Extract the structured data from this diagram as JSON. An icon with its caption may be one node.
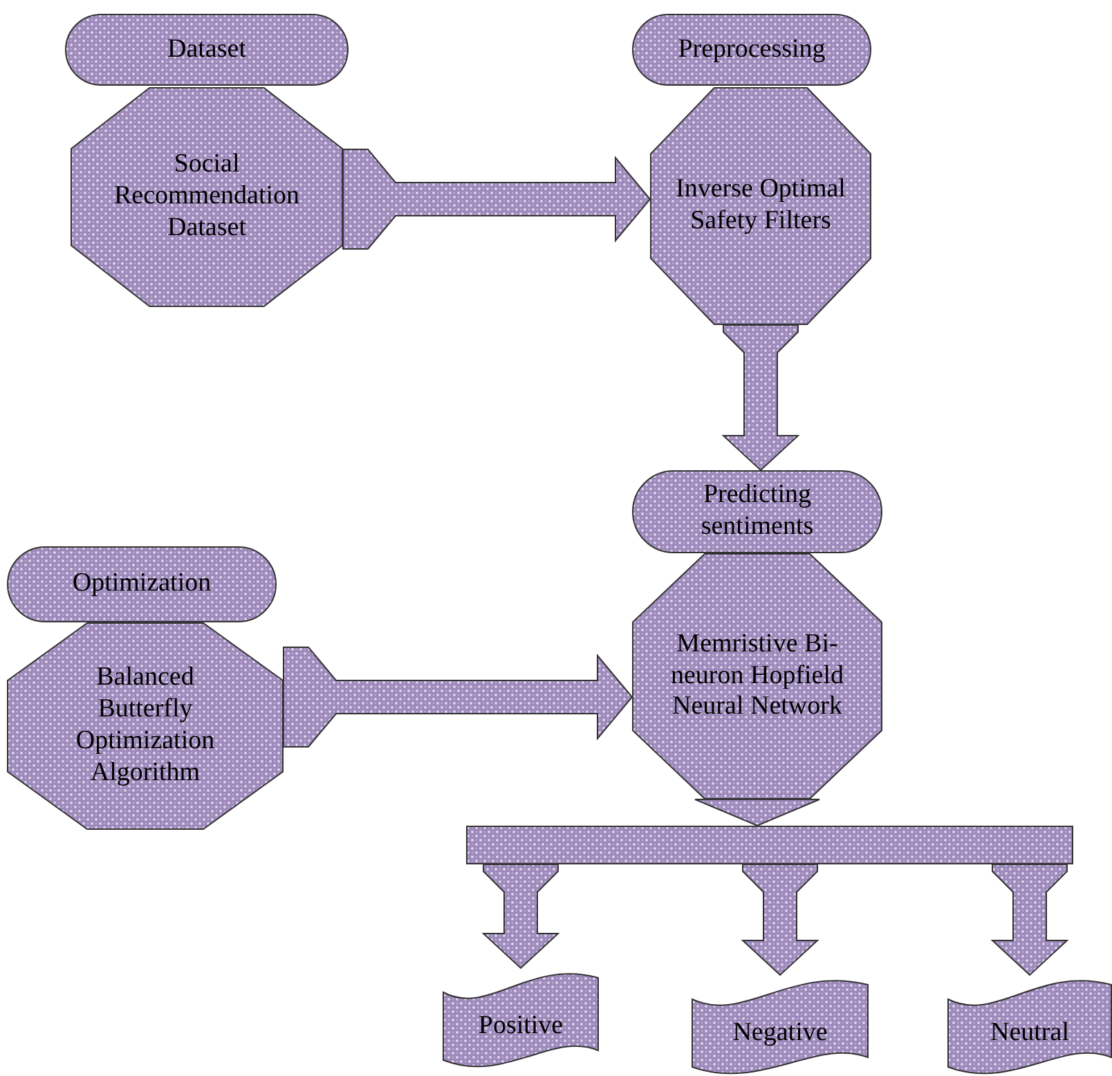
{
  "diagram": {
    "nodes": [
      {
        "text": [
          "Dataset"
        ]
      },
      {
        "text": [
          "Social Recommendation Dataset"
        ]
      },
      {
        "text": [
          "Preprocessing"
        ]
      },
      {
        "text": [
          "Inverse Optimal Safety Filters"
        ]
      },
      {
        "text": [
          "Optimization"
        ]
      },
      {
        "text": [
          "Balanced Butterfly Optimization Algorithm"
        ]
      },
      {
        "text": [
          "Predicting sentiments"
        ]
      },
      {
        "text": [
          "Memristive Bi-neuron Hopfield Neural Network"
        ]
      },
      {
        "text": [],
        "shape": "bar"
      },
      {
        "text": [
          "Positive"
        ]
      },
      {
        "text": [
          "Negative"
        ]
      },
      {
        "text": [
          "Neutral"
        ]
      }
    ],
    "edges": [
      {
        "from": 1,
        "to": 3,
        "arrow": "to"
      },
      {
        "from": 3,
        "to": 6,
        "arrow": "to"
      },
      {
        "from": 5,
        "to": 7,
        "arrow": "to"
      },
      {
        "from": 7,
        "to": 8,
        "arrow": "to"
      },
      {
        "from": 8,
        "to": 9,
        "arrow": "to"
      },
      {
        "from": 8,
        "to": 10,
        "arrow": "to"
      },
      {
        "from": 8,
        "to": 11,
        "arrow": "to"
      }
    ]
  }
}
